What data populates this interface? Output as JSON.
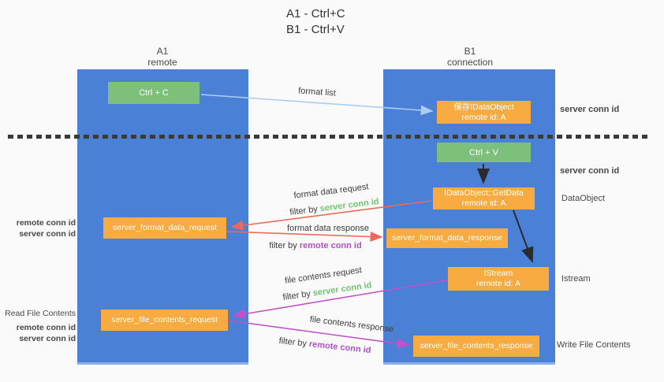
{
  "title": {
    "line1": "A1 - Ctrl+C",
    "line2": "B1 - Ctrl+V"
  },
  "lanes": {
    "left": {
      "name": "A1",
      "subtitle": "remote"
    },
    "right": {
      "name": "B1",
      "subtitle": "connection"
    }
  },
  "nodes": {
    "ctrl_c": {
      "label": "Ctrl + C"
    },
    "ctrl_v": {
      "label": "Ctrl + V"
    },
    "save_dataobject": {
      "line1": "保存IDataObject",
      "line2": "remote id: A"
    },
    "getdata": {
      "line1": "IDataObject::GetData",
      "line2": "remote id: A"
    },
    "istream": {
      "line1": "IStream",
      "line2": "remote id: A"
    },
    "format_request": {
      "label": "server_format_data_request"
    },
    "format_response": {
      "label": "server_format_data_response"
    },
    "file_request": {
      "label": "server_file_contents_request"
    },
    "file_response": {
      "label": "server_file_contents_response"
    }
  },
  "arrow_labels": {
    "format_list": "format list",
    "format_data_request": "format data request",
    "format_data_response": "format data response",
    "file_contents_request": "file contents request",
    "file_contents_response": "file contents response",
    "filter_by": "filter by ",
    "server_conn_id": "server conn id",
    "remote_conn_id": "remote conn id"
  },
  "side_labels": {
    "server_conn_id_top": "server conn id",
    "server_conn_id_mid": "server conn id",
    "dataobject": "DataObject",
    "istream": "Istream",
    "write_file_contents": "Write File Contents",
    "read_file_contents": "Read File Contents",
    "left_remote_conn_id_1": "remote conn id",
    "left_server_conn_id_1": "server conn id",
    "left_remote_conn_id_2": "remote conn id",
    "left_server_conn_id_2": "server conn id"
  },
  "colors": {
    "background": "#fafafa",
    "lane_blue": "#4a80d6",
    "box_green": "#7cc07c",
    "box_orange": "#f7ab40",
    "arrow_lightblue": "#a9cef2",
    "arrow_red": "#f0685a",
    "arrow_magenta": "#c351c9",
    "arrow_black": "#2b2b2b",
    "text_green": "#72c472",
    "text_purple": "#b050cc",
    "dotted_line": "#3a3a3a"
  }
}
